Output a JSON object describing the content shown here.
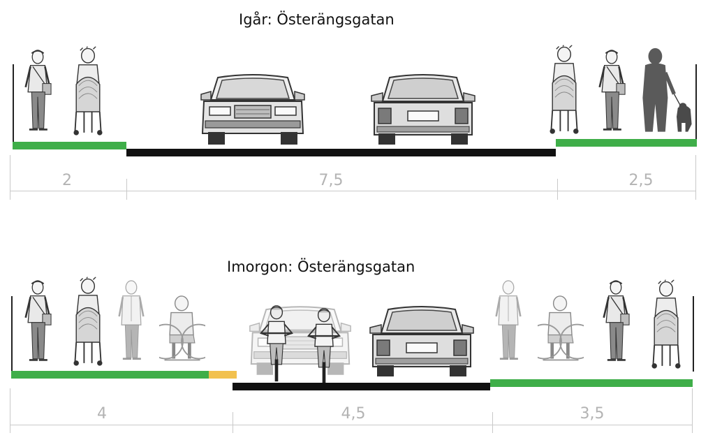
{
  "sections": [
    {
      "title": "Igår: Österängsgatan",
      "dimensions": [
        "2",
        "7,5",
        "2,5"
      ],
      "surfaces": [
        "sidewalk",
        "roadway",
        "sidewalk"
      ]
    },
    {
      "title": "Imorgon: Österängsgatan",
      "dimensions": [
        "4",
        "4,5",
        "3,5"
      ],
      "surfaces": [
        "sidewalk",
        "shared-edge",
        "roadway",
        "sidewalk"
      ]
    }
  ],
  "colors": {
    "sidewalk": "#3fae49",
    "roadway": "#111111",
    "edge": "#f2c14e",
    "dimension": "#c9c9c9",
    "dimension_text": "#b3b3b3"
  },
  "icons": [
    "pedestrian-with-bag-icon",
    "stroller-pusher-icon",
    "car-front-icon",
    "car-rear-icon",
    "silhouette-with-dog-icon",
    "elderly-pedestrian-icon",
    "wheelchair-user-icon",
    "cyclist-icon"
  ]
}
